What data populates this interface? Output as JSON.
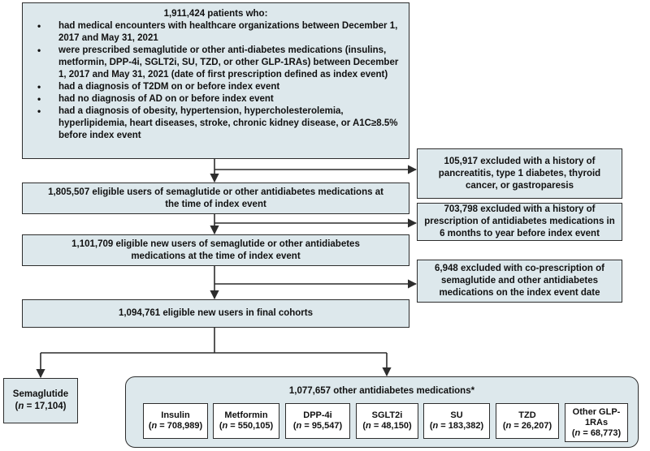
{
  "top_box": {
    "title": "1,911,424 patients who:",
    "criteria": [
      "had medical encounters with healthcare organizations between December 1, 2017 and May 31, 2021",
      "were prescribed semaglutide or other anti-diabetes medications (insulins, metformin, DPP-4i, SGLT2i, SU, TZD, or other GLP-1RAs) between December 1, 2017 and May 31, 2021 (date of first prescription defined as index event)",
      "had a diagnosis of T2DM on or before index event",
      "had no diagnosis of AD on or before index event",
      "had a diagnosis of obesity, hypertension, hypercholesterolemia, hyperlipidemia, heart diseases, stroke, chronic kidney disease, or A1C≥8.5% before index event"
    ]
  },
  "excl1": "105,917 excluded with a history of pancreatitis, type 1 diabetes, thyroid cancer, or gastroparesis",
  "step1": "1,805,507 eligible users of semaglutide or other antidiabetes medications at the time of index event",
  "excl2": "703,798 excluded with a history of prescription of antidiabetes medications in 6 months to year before index event",
  "step2": "1,101,709 eligible new users of semaglutide or other antidiabetes medications at the time of index event",
  "excl3": "6,948 excluded with co-prescription of semaglutide and other antidiabetes medications on the index event date",
  "step3": "1,094,761 eligible new users in final cohorts",
  "semaglutide": {
    "name": "Semaglutide",
    "n_prefix": "(",
    "n_label": "n",
    "n_value": " = 17,104)"
  },
  "other": {
    "title": "1,077,657 other antidiabetes medications*",
    "drugs": [
      {
        "name": "Insulin",
        "n_value": " = 708,989)"
      },
      {
        "name": "Metformin",
        "n_value": " = 550,105)"
      },
      {
        "name": "DPP-4i",
        "n_value": " = 95,547)"
      },
      {
        "name": "SGLT2i",
        "n_value": " = 48,150)"
      },
      {
        "name": "SU",
        "n_value": " = 183,382)"
      },
      {
        "name": "TZD",
        "n_value": " = 26,207)"
      },
      {
        "name": "Other GLP-1RAs",
        "n_value": " = 68,773)"
      }
    ],
    "n_prefix": "(",
    "n_label": "n"
  },
  "colors": {
    "box_fill": "#dde8ec",
    "border": "#2d2d2d",
    "line": "#2d2d2d"
  }
}
